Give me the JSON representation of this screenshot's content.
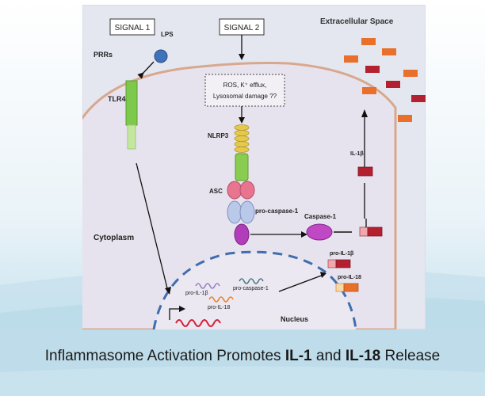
{
  "diagram": {
    "signal1": "SIGNAL 1",
    "signal2": "SIGNAL 2",
    "extracellular": "Extracellular Space",
    "lps": "LPS",
    "prrs": "PRRs",
    "tlr4": "TLR4",
    "ros": "ROS, K⁺ efflux,",
    "lyso": "Lysosomal damage ??",
    "nlrp3": "NLRP3",
    "asc": "ASC",
    "procasp": "pro-caspase-1",
    "caspase1": "Caspase-1",
    "il1b": "IL-1β",
    "cytoplasm": "Cytoplasm",
    "proil1b_cyto": "pro-IL-1β",
    "proil18_cyto": "pro-IL-18",
    "proil1b_nuc": "pro-IL-1β",
    "proil18_nuc": "pro-IL-18",
    "procasp_nuc": "pro-caspase-1",
    "nucleus": "Nucleus"
  },
  "caption": {
    "part1": "Inflammasome Activation Promotes ",
    "il1": "IL-1",
    "part2": " and ",
    "il18": "IL-18",
    "part3": " Release"
  },
  "colors": {
    "cytoplasm_fill": "#e6e4ee",
    "membrane": "#d9a78c",
    "nucleus_dash": "#3d6fb0",
    "tlr4_green": "#7dc94b",
    "nlrp3_yellow": "#e4c94a",
    "asc_pink": "#e8748f",
    "procasp_blue": "#b9c8ea",
    "caspase_purple": "#b23dbb",
    "il_orange": "#e8702a",
    "il_red": "#b3202f"
  }
}
